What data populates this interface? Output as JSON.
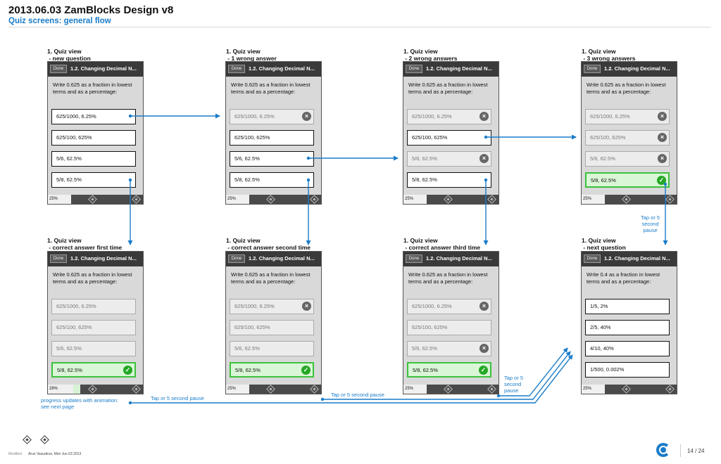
{
  "document": {
    "title": "2013.06.03 ZamBlocks Design v8",
    "subtitle": "Quiz screens: general flow",
    "page": "14 / 24",
    "meta_label": "Modified",
    "meta_author": "Arun Vasudeva, Mon Jun 03 2013"
  },
  "common": {
    "done_label": "Done",
    "lesson_title": "1.2. Changing Decimal N...",
    "question_1": "Write 0.625 as a fraction in lowest terms and as a percentage:",
    "question_2": "Write 0.4 as a fraction in lowest terms and as a percentage:",
    "answers_1": [
      "625/1000, 6.25%",
      "625/100, 625%",
      "5/6, 62.5%",
      "5/8, 62.5%"
    ],
    "answers_2": [
      "1/5, 2%",
      "2/5, 40%",
      "4/10, 40%",
      "1/500, 0.002%"
    ],
    "progress_25": "25%",
    "progress_28": "28%"
  },
  "frames": [
    {
      "label": "1. Quiz view\n - new question"
    },
    {
      "label": "1. Quiz view\n - 1 wrong answer"
    },
    {
      "label": "1. Quiz view\n - 2 wrong answers"
    },
    {
      "label": "1. Quiz view\n - 3 wrong answers"
    },
    {
      "label": "1. Quiz view\n - correct answer first time"
    },
    {
      "label": "1. Quiz view\n - correct answer second time"
    },
    {
      "label": "1. Quiz view\n - correct answer third time"
    },
    {
      "label": "1. Quiz view\n - next question"
    }
  ],
  "notes": {
    "tap_pause_right": "Tap or 5\nsecond\npause",
    "tap_pause_mid": "Tap or 5\nsecond\npause",
    "tap_pause_left": "Tap or 5 second pause",
    "tap_pause_center": "Tap or 5 second pause",
    "progress_note": "progress updates with animation:\nsee next page"
  },
  "colors": {
    "accent": "#1a7cc9",
    "correct_border": "#3cc13c",
    "correct_fill": "#d9f6d6"
  }
}
